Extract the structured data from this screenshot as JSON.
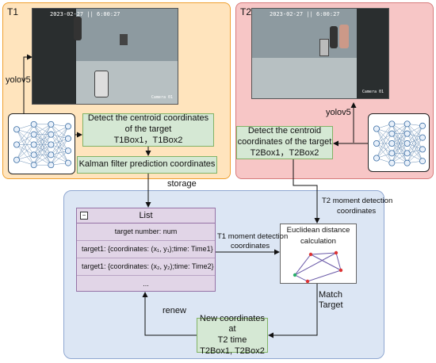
{
  "t1": {
    "title": "T1",
    "camera_timestamp": "2023-02-27  ||  6:00:27",
    "camera_label": "Camera 01",
    "yolo_label": "yolov5",
    "detect_box": {
      "line1": "Detect the centroid coordinates",
      "line2": "of the target",
      "line3": "T1Box1，T1Box2"
    },
    "kalman_box": "Kalman filter prediction coordinates"
  },
  "t2": {
    "title": "T2",
    "camera_timestamp": "2023-02-27  ||  6:00:27",
    "camera_label": "Camera 01",
    "yolo_label": "yolov5",
    "detect_box": {
      "line1": "Detect the centroid",
      "line2": "coordinates of the target",
      "line3": "T2Box1，T2Box2"
    }
  },
  "edges": {
    "storage": "storage",
    "t2_moment_1": "T2 moment detection",
    "t2_moment_2": "coordinates",
    "t1_moment_1": "T1 moment detection",
    "t1_moment_2": "coordinates",
    "match_1": "Match",
    "match_2": "Target",
    "renew": "renew"
  },
  "list": {
    "title": "List",
    "rows": [
      "target number: num",
      "target1: {coordinates: (x₁,  y₁);time: Time1}",
      "target1: {coordinates: (x₂,  y₂);time: Time2}",
      "..."
    ]
  },
  "euclid": {
    "line1": "Euclidean distance",
    "line2": "calculation"
  },
  "new_coords": {
    "line1": "New coordinates at",
    "line2": "T2 time",
    "line3": "T2Box1, T2Box2"
  }
}
